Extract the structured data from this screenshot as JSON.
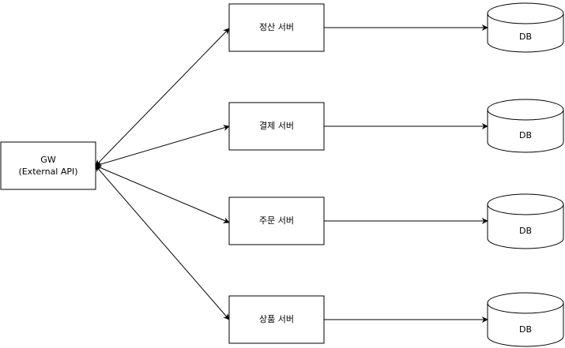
{
  "gateway": {
    "line1": "GW",
    "line2": "(External API)"
  },
  "servers": [
    {
      "label": "정산 서버"
    },
    {
      "label": "결제 서버"
    },
    {
      "label": "주문 서버"
    },
    {
      "label": "상품 서버"
    }
  ],
  "databases": [
    {
      "label": "DB"
    },
    {
      "label": "DB"
    },
    {
      "label": "DB"
    },
    {
      "label": "DB"
    }
  ],
  "colors": {
    "stroke": "#000000",
    "fill": "#ffffff"
  }
}
